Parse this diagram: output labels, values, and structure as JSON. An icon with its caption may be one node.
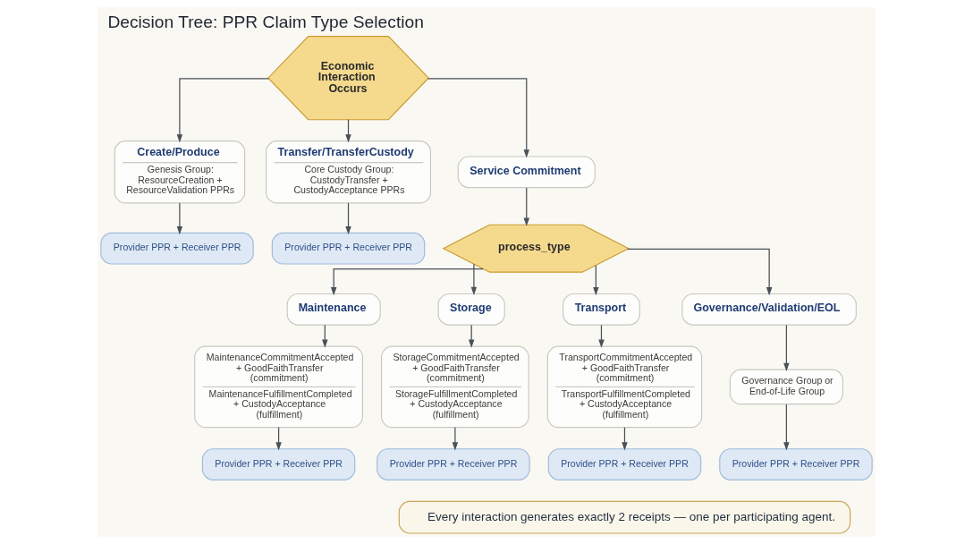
{
  "diagram": {
    "title": "Decision Tree: PPR Claim Type Selection",
    "nodes": [
      {
        "text": [
          "Economic Interaction Occurs"
        ]
      },
      {
        "text": [
          "Create/Produce",
          "Genesis Group: ResourceCreation + ResourceValidation PPRs"
        ]
      },
      {
        "text": [
          "Transfer/TransferCustody",
          "Core Custody Group: CustodyTransfer + CustodyAcceptance PPRs"
        ]
      },
      {
        "text": [
          "Service Commitment"
        ]
      },
      {
        "text": [
          "Provider PPR + Receiver PPR"
        ]
      },
      {
        "text": [
          "Provider PPR + Receiver PPR"
        ]
      },
      {
        "text": [
          "process_type"
        ]
      },
      {
        "text": [
          "Maintenance"
        ]
      },
      {
        "text": [
          "Storage"
        ]
      },
      {
        "text": [
          "Transport"
        ]
      },
      {
        "text": [
          "Governance/Validation/EOL"
        ]
      },
      {
        "text": [
          "MaintenanceCommitmentAccepted + GoodFaithTransfer (commitment)",
          "MaintenanceFulfillmentCompleted + CustodyAcceptance (fulfillment)"
        ]
      },
      {
        "text": [
          "StorageCommitmentAccepted + GoodFaithTransfer (commitment)",
          "StorageFulfillmentCompleted + CustodyAcceptance (fulfillment)"
        ]
      },
      {
        "text": [
          "TransportCommitmentAccepted + GoodFaithTransfer (commitment)",
          "TransportFulfillmentCompleted + CustodyAcceptance (fulfillment)"
        ]
      },
      {
        "text": [
          "Governance Group or End-of-Life Group"
        ]
      },
      {
        "text": [
          "Provider PPR + Receiver PPR"
        ]
      },
      {
        "text": [
          "Provider PPR + Receiver PPR"
        ]
      },
      {
        "text": [
          "Provider PPR + Receiver PPR"
        ]
      },
      {
        "text": [
          "Provider PPR + Receiver PPR"
        ]
      },
      {
        "text": [
          "Every interaction generates exactly 2 receipts — one per participating agent."
        ]
      }
    ],
    "edges": [
      {
        "from": 0,
        "to": 1,
        "arrow": "to"
      },
      {
        "from": 0,
        "to": 2,
        "arrow": "to"
      },
      {
        "from": 0,
        "to": 3,
        "arrow": "to"
      },
      {
        "from": 1,
        "to": 4,
        "arrow": "to"
      },
      {
        "from": 2,
        "to": 5,
        "arrow": "to"
      },
      {
        "from": 3,
        "to": 6,
        "arrow": "to"
      },
      {
        "from": 6,
        "to": 7,
        "arrow": "to"
      },
      {
        "from": 6,
        "to": 8,
        "arrow": "to"
      },
      {
        "from": 6,
        "to": 9,
        "arrow": "to"
      },
      {
        "from": 6,
        "to": 10,
        "arrow": "to"
      },
      {
        "from": 7,
        "to": 11,
        "arrow": "to"
      },
      {
        "from": 8,
        "to": 12,
        "arrow": "to"
      },
      {
        "from": 9,
        "to": 13,
        "arrow": "to"
      },
      {
        "from": 10,
        "to": 14,
        "arrow": "to"
      },
      {
        "from": 11,
        "to": 15,
        "arrow": "to"
      },
      {
        "from": 12,
        "to": 16,
        "arrow": "to"
      },
      {
        "from": 13,
        "to": 17,
        "arrow": "to"
      },
      {
        "from": 14,
        "to": 18,
        "arrow": "to"
      }
    ]
  }
}
